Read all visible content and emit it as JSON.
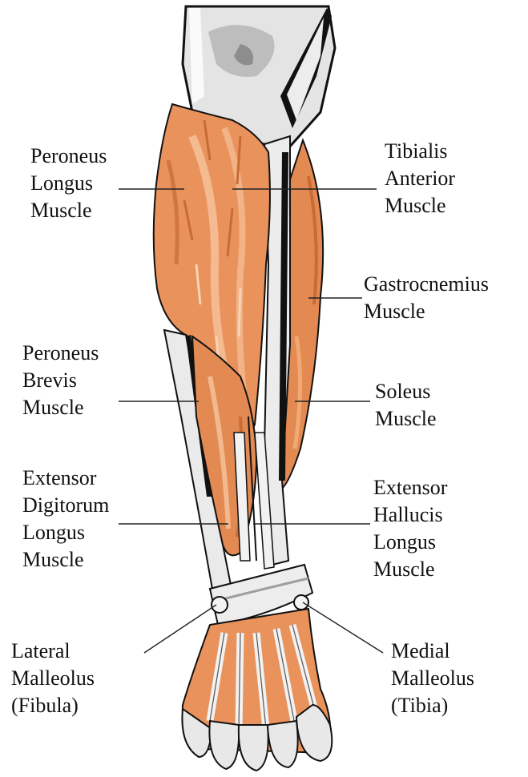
{
  "labels": {
    "peroneus_longus": [
      "Peroneus",
      "Longus",
      "Muscle"
    ],
    "tibialis_anterior": [
      "Tibialis",
      "Anterior",
      "Muscle"
    ],
    "gastrocnemius": [
      "Gastrocnemius",
      "Muscle"
    ],
    "peroneus_brevis": [
      "Peroneus",
      "Brevis",
      "Muscle"
    ],
    "soleus": [
      "Soleus",
      "Muscle"
    ],
    "extensor_digitorum": [
      "Extensor",
      "Digitorum",
      "Longus",
      "Muscle"
    ],
    "extensor_hallucis": [
      "Extensor",
      "Hallucis",
      "Longus",
      "Muscle"
    ],
    "lateral_malleolus": [
      "Lateral",
      "Malleolus",
      "(Fibula)"
    ],
    "medial_malleolus": [
      "Medial",
      "Malleolus",
      "(Tibia)"
    ]
  },
  "colors": {
    "muscle": "#e9925c",
    "muscle_light": "#f3b98e",
    "muscle_dark": "#d17642",
    "bone": "#e6e6e6",
    "bone_shadow": "#9e9e9e",
    "outline": "#111111"
  }
}
